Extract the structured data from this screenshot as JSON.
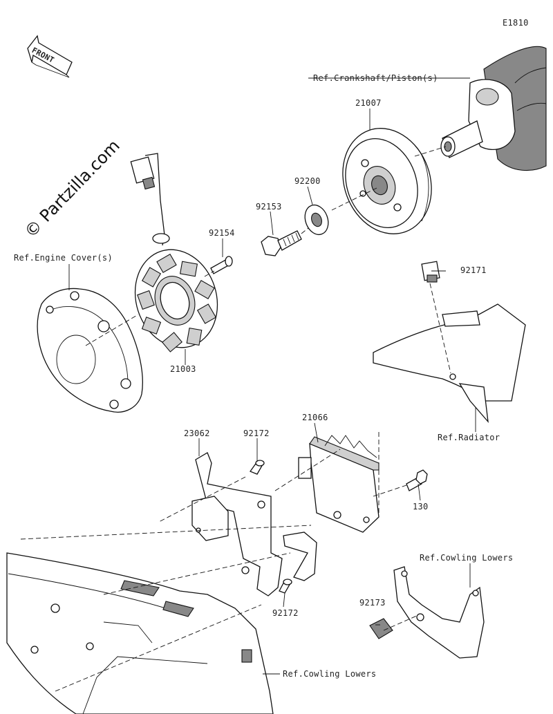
{
  "diagram_code": "E1810",
  "front_arrow": "FRONT",
  "watermark": "© Partzilla.com",
  "refs": {
    "crankshaft": "Ref.Crankshaft/Piston(s)",
    "engine_cover": "Ref.Engine Cover(s)",
    "radiator": "Ref.Radiator",
    "cowling_lowers_1": "Ref.Cowling Lowers",
    "cowling_lowers_2": "Ref.Cowling Lowers"
  },
  "parts": {
    "p21007": "21007",
    "p92200": "92200",
    "p92153": "92153",
    "p92154": "92154",
    "p21003": "21003",
    "p92171": "92171",
    "p23062": "23062",
    "p92172a": "92172",
    "p21066": "21066",
    "p130": "130",
    "p92172b": "92172",
    "p92173": "92173"
  }
}
